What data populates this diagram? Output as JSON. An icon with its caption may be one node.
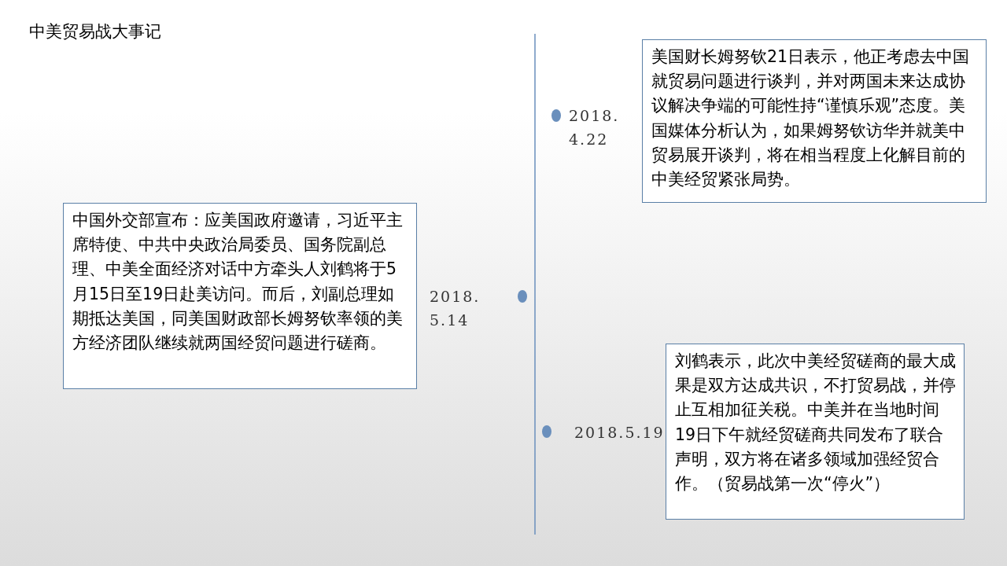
{
  "diagram": {
    "title": "中美贸易战大事记",
    "nodes": [
      {
        "text": [
          "美国财长姆努钦21日表示，他正考虑去中国就贸易问题进行谈判，并对两国未来达成协议解决争端的可能性持“谨慎乐观”态度。美国媒体分析认为，如果姆努钦访华并就美中贸易展开谈判，将在相当程度上化解目前的中美经贸紧张局势。"
        ],
        "beside": [
          "2018.4.22"
        ]
      },
      {
        "text": [
          "中国外交部宣布：应美国政府邀请，习近平主席特使、中共中央政治局委员、国务院副总理、中美全面经济对话中方牵头人刘鹤将于5月15日至19日赴美访问。而后，刘副总理如期抵达美国，同美国财政部长姆努钦率领的美方经济团队继续就两国经贸问题进行磋商。"
        ],
        "beside": [
          "2018.5.14"
        ]
      },
      {
        "text": [
          "刘鹤表示，此次中美经贸磋商的最大成果是双方达成共识，不打贸易战，并停止互相加征关税。中美并在当地时间19日下午就经贸磋商共同发布了联合声明，双方将在诸多领域加强经贸合作。（贸易战第一次“停火”）"
        ],
        "beside": [
          "2018.5.19"
        ]
      }
    ]
  }
}
